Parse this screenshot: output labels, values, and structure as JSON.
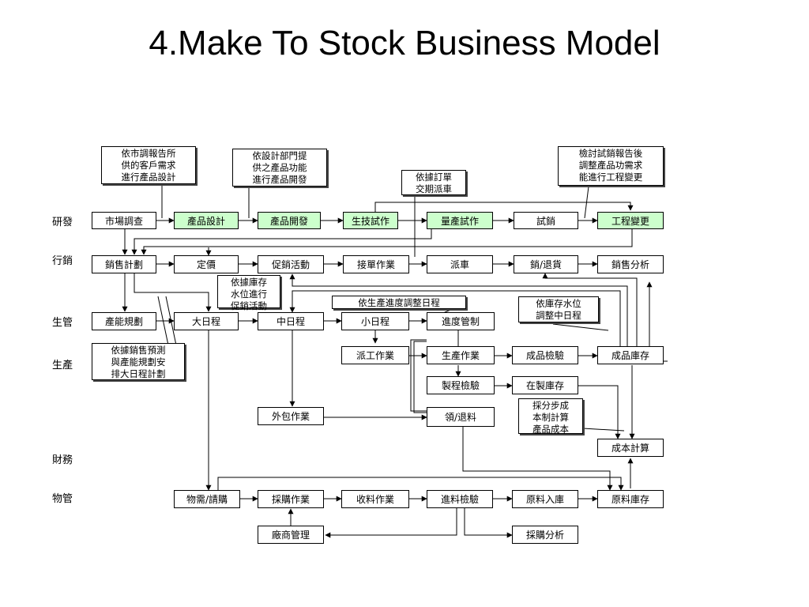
{
  "title": "4.Make To Stock Business Model",
  "lanes": [
    "研發",
    "行銷",
    "生管",
    "生產",
    "財務",
    "物管"
  ],
  "boxes": {
    "market_survey": "市場調查",
    "product_design": "產品設計",
    "product_develop": "產品開發",
    "tech_trial": "生技試作",
    "mass_trial": "量產試作",
    "trial_sales": "試銷",
    "eng_change": "工程變更",
    "sales_plan": "銷售計劃",
    "pricing": "定價",
    "promotion": "促銷活動",
    "order_taking": "接單作業",
    "dispatch": "派車",
    "sales_return": "銷/退貨",
    "sales_analysis": "銷售分析",
    "capacity_plan": "產能規劃",
    "master_schedule": "大日程",
    "mid_schedule": "中日程",
    "small_schedule": "小日程",
    "progress_control": "進度管制",
    "work_dispatch": "派工作業",
    "production": "生產作業",
    "finished_inspect": "成品檢驗",
    "finished_stock": "成品庫存",
    "process_inspect": "製程檢驗",
    "wip_stock": "在製庫存",
    "outsourcing": "外包作業",
    "material_issue": "領/退料",
    "cost_calc": "成本計算",
    "mrp": "物需/請購",
    "purchasing": "採購作業",
    "receiving": "收料作業",
    "incoming_inspect": "進料檢驗",
    "raw_in": "原料入庫",
    "raw_stock": "原料庫存",
    "vendor_mgmt": "廠商管理",
    "purchase_analysis": "採購分析"
  },
  "notes": {
    "n1": "依市調報告所\n供的客戶需求\n進行產品設計",
    "n2": "依設計部門提\n供之產品功能\n進行產品開發",
    "n3": "依據訂單\n交期派車",
    "n4": "檢討試銷報告後\n調整產品功需求\n能進行工程變更",
    "n5": "依據庫存\n水位進行\n促銷活動",
    "n6": "依生產進度調整日程",
    "n7": "依庫存水位\n調整中日程",
    "n8": "依據銷售預測\n與產能規劃安\n排大日程計劃",
    "n9": "採分步成\n本制計算\n產品成本"
  }
}
